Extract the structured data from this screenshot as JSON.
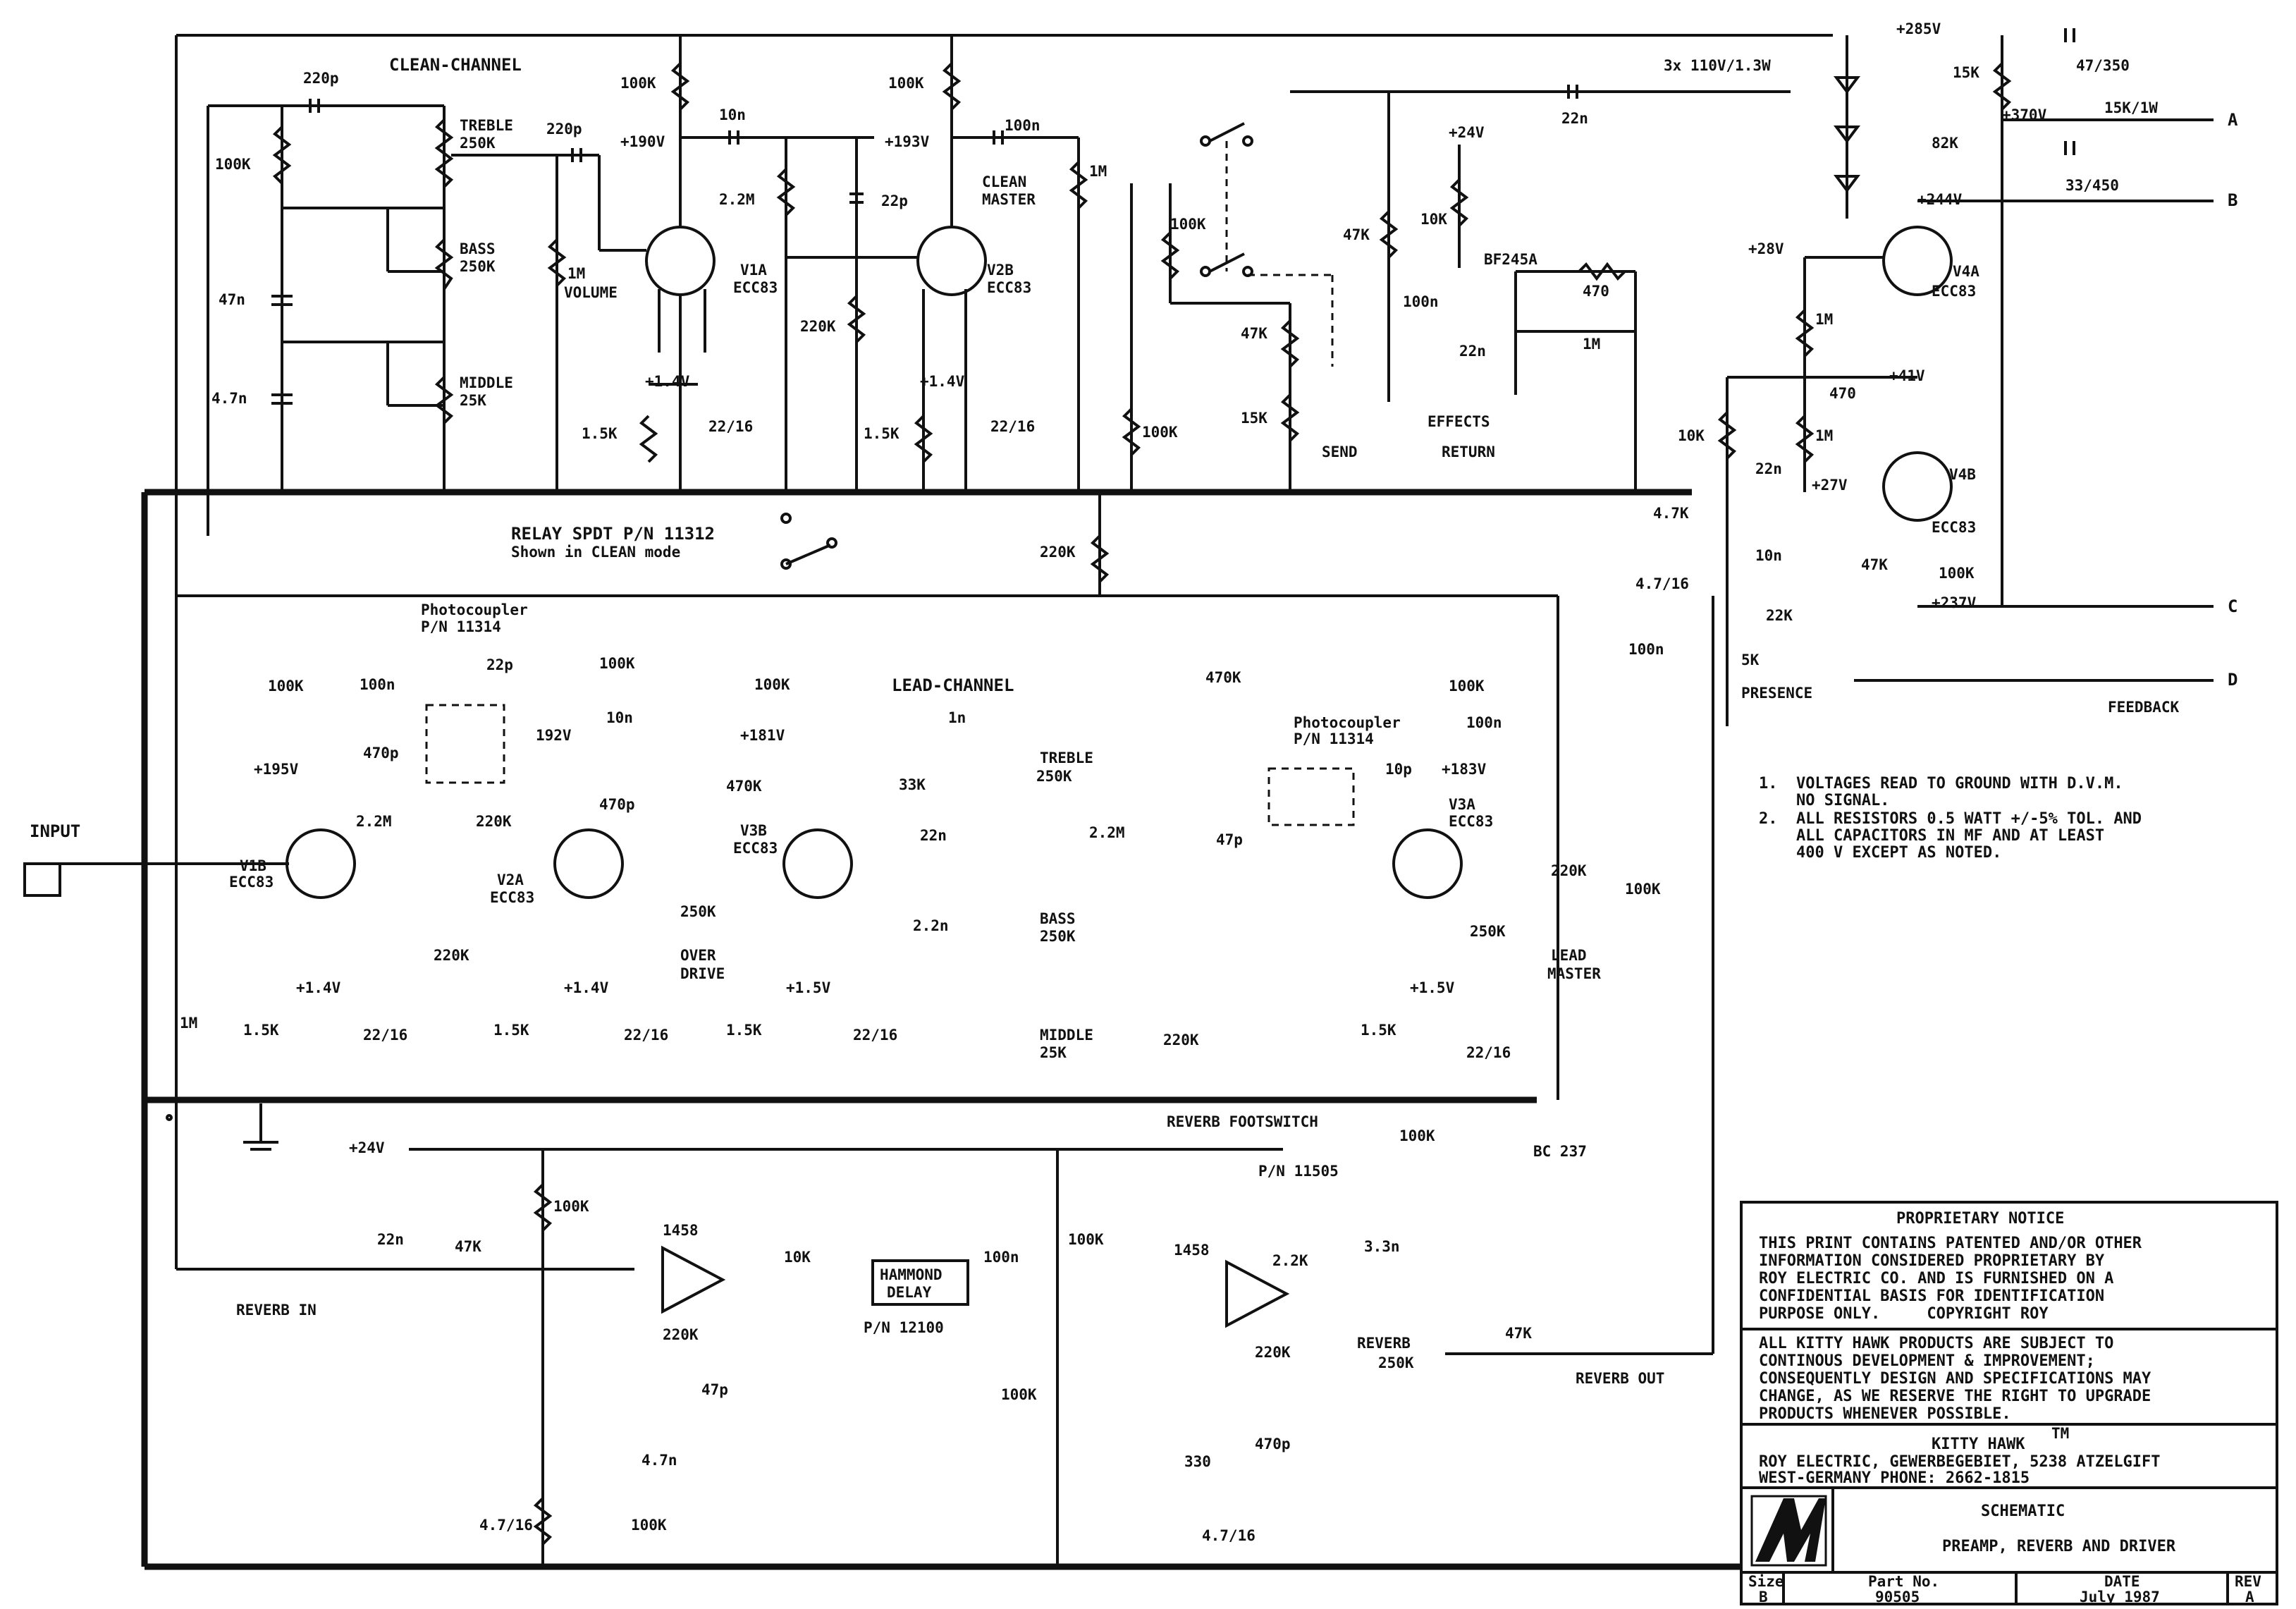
{
  "title_block": {
    "proprietary_heading": "PROPRIETARY NOTICE",
    "proprietary_lines": [
      "THIS PRINT CONTAINS PATENTED AND/OR OTHER",
      "INFORMATION CONSIDERED PROPRIETARY BY",
      "ROY ELECTRIC CO. AND IS FURNISHED ON A",
      "CONFIDENTIAL BASIS FOR IDENTIFICATION",
      "PURPOSE ONLY.     COPYRIGHT ROY"
    ],
    "development_lines": [
      "ALL KITTY HAWK PRODUCTS ARE SUBJECT TO",
      "CONTINOUS DEVELOPMENT & IMPROVEMENT;",
      "CONSEQUENTLY DESIGN AND SPECIFICATIONS MAY",
      "CHANGE, AS WE RESERVE THE RIGHT TO UPGRADE",
      "PRODUCTS WHENEVER POSSIBLE."
    ],
    "company": "KITTY HAWK",
    "trademark": "TM",
    "address_1": "ROY ELECTRIC, GEWERBEGEBIET, 5238 ATZELGIFT",
    "address_2": "WEST-GERMANY  PHONE: 2662-1815",
    "logo_text": "M1",
    "doc_type": "SCHEMATIC",
    "doc_title": "PREAMP, REVERB AND DRIVER",
    "size_label": "Size",
    "size_value": "B",
    "part_label": "Part No.",
    "part_value": "90505",
    "date_label": "DATE",
    "date_value": "July 1987",
    "rev_label": "REV",
    "rev_value": "A"
  },
  "notes": [
    "1.  VOLTAGES READ TO GROUND WITH D.V.M.",
    "    NO SIGNAL.",
    "2.  ALL RESISTORS 0.5 WATT +/-5% TOL. AND",
    "    ALL CAPACITORS IN MF AND AT LEAST",
    "    400 V EXCEPT AS NOTED."
  ],
  "section_labels": {
    "clean_channel": "CLEAN-CHANNEL",
    "lead_channel": "LEAD-CHANNEL",
    "relay": "RELAY SPDT  P/N 11312",
    "relay_mode": "Shown in CLEAN mode",
    "photocoupler_1a": "Photocoupler",
    "photocoupler_1b": "P/N 11314",
    "photocoupler_2a": "Photocoupler",
    "photocoupler_2b": "P/N 11314",
    "reverb_footswitch": "REVERB FOOTSWITCH",
    "footswitch_pn": "P/N 11505",
    "reverb_in": "REVERB   IN",
    "reverb_out": "REVERB OUT",
    "hammond_1": "HAMMOND",
    "hammond_2": "DELAY",
    "hammond_pn": "P/N 12100",
    "input": "INPUT",
    "send": "SEND",
    "effects": "EFFECTS",
    "return": "RETURN",
    "presence": "PRESENCE",
    "feedback": "FEEDBACK",
    "caps_spec": "3x 110V/1.3W"
  },
  "outputs": [
    "A",
    "B",
    "C",
    "D"
  ],
  "tubes": {
    "v1a": [
      "V1A",
      "ECC83"
    ],
    "v2b": [
      "V2B",
      "ECC83"
    ],
    "v1b": [
      "V1B",
      "ECC83"
    ],
    "v2a": [
      "V2A",
      "ECC83"
    ],
    "v3b": [
      "V3B",
      "ECC83"
    ],
    "v3a": [
      "V3A",
      "ECC83"
    ],
    "v4a": [
      "V4A",
      "ECC83"
    ],
    "v4b": [
      "V4B",
      "ECC83"
    ]
  },
  "ics": {
    "u1": "1458",
    "u2": "1458"
  },
  "transistors": {
    "bc237": "BC 237",
    "bf245": "BF245A"
  },
  "pots": {
    "treble_clean": [
      "TREBLE",
      "250K"
    ],
    "bass_clean": [
      "BASS",
      "250K"
    ],
    "middle_clean": [
      "MIDDLE",
      "25K"
    ],
    "volume": [
      "1M",
      "VOLUME"
    ],
    "clean_master": [
      "CLEAN",
      "MASTER",
      "1M"
    ],
    "overdrive": [
      "250K",
      "OVER",
      "DRIVE"
    ],
    "treble_lead": [
      "TREBLE",
      "250K"
    ],
    "bass_lead": [
      "BASS",
      "250K"
    ],
    "middle_lead": [
      "MIDDLE",
      "25K"
    ],
    "lead_master": [
      "250K",
      "LEAD",
      "MASTER"
    ],
    "reverb": [
      "REVERB",
      "250K"
    ],
    "presence": [
      "5K"
    ]
  },
  "voltages": [
    "+285V",
    "+370V",
    "+244V",
    "+28V",
    "+41V",
    "+27V",
    "+237V",
    "+190V",
    "+193V",
    "+1.4V",
    "+1.4V",
    "+195V",
    "192V",
    "+181V",
    "+183V",
    "+1.4V",
    "+1.4V",
    "+1.5V",
    "+1.5V",
    "+24V",
    "+24V"
  ],
  "components": [
    {
      "id": "c220p_a",
      "v": "220p"
    },
    {
      "id": "r100k_a",
      "v": "100K"
    },
    {
      "id": "c47n_a",
      "v": "47n"
    },
    {
      "id": "c4n7_a",
      "v": "4.7n"
    },
    {
      "id": "c220p_b",
      "v": "220p"
    },
    {
      "id": "r100k_b",
      "v": "100K"
    },
    {
      "id": "c10n_a",
      "v": "10n"
    },
    {
      "id": "r2m2_a",
      "v": "2.2M"
    },
    {
      "id": "c22p_a",
      "v": "22p"
    },
    {
      "id": "r220k_a",
      "v": "220K"
    },
    {
      "id": "r1k5_a",
      "v": "1.5K"
    },
    {
      "id": "c2216_a",
      "v": "22/16"
    },
    {
      "id": "r100k_c",
      "v": "100K"
    },
    {
      "id": "c100n_a",
      "v": "100n"
    },
    {
      "id": "r1k5_b",
      "v": "1.5K"
    },
    {
      "id": "c2216_b",
      "v": "22/16"
    },
    {
      "id": "r100k_d",
      "v": "100K"
    },
    {
      "id": "r100k_e",
      "v": "100K"
    },
    {
      "id": "r47k_a",
      "v": "47K"
    },
    {
      "id": "r15k_a",
      "v": "15K"
    },
    {
      "id": "r47k_b",
      "v": "47K"
    },
    {
      "id": "r10k_a",
      "v": "10K"
    },
    {
      "id": "c100n_b",
      "v": "100n"
    },
    {
      "id": "r470_a",
      "v": "470"
    },
    {
      "id": "r1m_a",
      "v": "1M"
    },
    {
      "id": "c22n_a",
      "v": "22n"
    },
    {
      "id": "c22n_b",
      "v": "22n"
    },
    {
      "id": "r15k_b",
      "v": "15K"
    },
    {
      "id": "c47350",
      "v": "47/350"
    },
    {
      "id": "r82k",
      "v": "82K"
    },
    {
      "id": "r15k1w",
      "v": "15K/1W"
    },
    {
      "id": "c33450",
      "v": "33/450"
    },
    {
      "id": "r1m_b",
      "v": "1M"
    },
    {
      "id": "r1m_c",
      "v": "1M"
    },
    {
      "id": "r470_b",
      "v": "470"
    },
    {
      "id": "r10k_b",
      "v": "10K"
    },
    {
      "id": "c22n_c",
      "v": "22n"
    },
    {
      "id": "r4k7_a",
      "v": "4.7K"
    },
    {
      "id": "c4716_a",
      "v": "4.7/16"
    },
    {
      "id": "c10n_b",
      "v": "10n"
    },
    {
      "id": "r47k_c",
      "v": "47K"
    },
    {
      "id": "r22k",
      "v": "22K"
    },
    {
      "id": "c100n_c",
      "v": "100n"
    },
    {
      "id": "r100k_f",
      "v": "100K"
    },
    {
      "id": "r220k_b",
      "v": "220K"
    },
    {
      "id": "r100k_g",
      "v": "100K"
    },
    {
      "id": "c100n_d",
      "v": "100n"
    },
    {
      "id": "c470p_a",
      "v": "470p"
    },
    {
      "id": "r2m2_b",
      "v": "2.2M"
    },
    {
      "id": "c22p_b",
      "v": "22p"
    },
    {
      "id": "r220k_c",
      "v": "220K"
    },
    {
      "id": "r1m_d",
      "v": "1M"
    },
    {
      "id": "r1k5_c",
      "v": "1.5K"
    },
    {
      "id": "c2216_c",
      "v": "22/16"
    },
    {
      "id": "r220k_d",
      "v": "220K"
    },
    {
      "id": "r100k_h",
      "v": "100K"
    },
    {
      "id": "c10n_c",
      "v": "10n"
    },
    {
      "id": "c470p_b",
      "v": "470p"
    },
    {
      "id": "r470k_a",
      "v": "470K"
    },
    {
      "id": "r1k5_d",
      "v": "1.5K"
    },
    {
      "id": "c2216_d",
      "v": "22/16"
    },
    {
      "id": "r100k_i",
      "v": "100K"
    },
    {
      "id": "r33k",
      "v": "33K"
    },
    {
      "id": "c1n",
      "v": "1n"
    },
    {
      "id": "c22n_d",
      "v": "22n"
    },
    {
      "id": "c2n2",
      "v": "2.2n"
    },
    {
      "id": "r1k5_e",
      "v": "1.5K"
    },
    {
      "id": "c2216_e",
      "v": "22/16"
    },
    {
      "id": "r470k_b",
      "v": "470K"
    },
    {
      "id": "r2m2_c",
      "v": "2.2M"
    },
    {
      "id": "c47p_a",
      "v": "47p"
    },
    {
      "id": "r220k_e",
      "v": "220K"
    },
    {
      "id": "c10p",
      "v": "10p"
    },
    {
      "id": "r100k_j",
      "v": "100K"
    },
    {
      "id": "c100n_e",
      "v": "100n"
    },
    {
      "id": "r220k_f",
      "v": "220K"
    },
    {
      "id": "r100k_k",
      "v": "100K"
    },
    {
      "id": "r1k5_f",
      "v": "1.5K"
    },
    {
      "id": "c2216_f",
      "v": "22/16"
    },
    {
      "id": "r100k_l",
      "v": "100K"
    },
    {
      "id": "c22n_e",
      "v": "22n"
    },
    {
      "id": "r47k_d",
      "v": "47K"
    },
    {
      "id": "r220k_g",
      "v": "220K"
    },
    {
      "id": "c47p_b",
      "v": "47p"
    },
    {
      "id": "c4n7_b",
      "v": "4.7n"
    },
    {
      "id": "r100k_m",
      "v": "100K"
    },
    {
      "id": "r10k_c",
      "v": "10K"
    },
    {
      "id": "c4716_b",
      "v": "4.7/16"
    },
    {
      "id": "c100n_f",
      "v": "100n"
    },
    {
      "id": "r100k_n",
      "v": "100K"
    },
    {
      "id": "r100k_o",
      "v": "100K"
    },
    {
      "id": "r2k2",
      "v": "2.2K"
    },
    {
      "id": "c3n3",
      "v": "3.3n"
    },
    {
      "id": "r220k_h",
      "v": "220K"
    },
    {
      "id": "r100k_p",
      "v": "100K"
    },
    {
      "id": "c470p_c",
      "v": "470p"
    },
    {
      "id": "r330",
      "v": "330"
    },
    {
      "id": "c4716_c",
      "v": "4.7/16"
    },
    {
      "id": "r47k_e",
      "v": "47K"
    }
  ]
}
